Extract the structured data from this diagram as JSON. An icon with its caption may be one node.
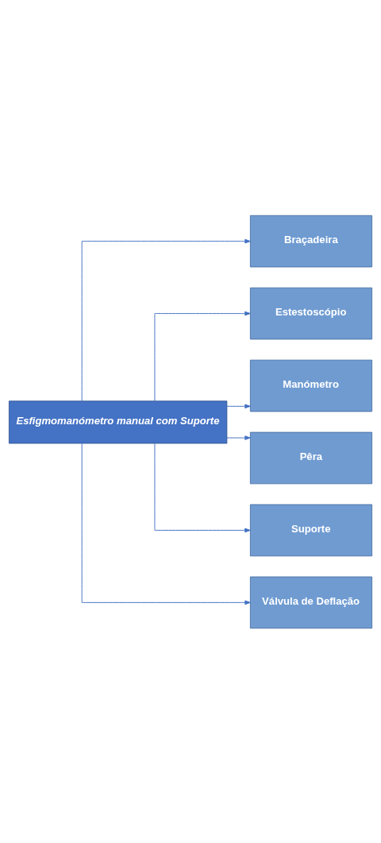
{
  "diagram": {
    "nodes": [
      {
        "text": [
          "Esfigmomanómetro manual com Suporte"
        ]
      },
      {
        "text": [
          "Braçadeira"
        ]
      },
      {
        "text": [
          "Estestoscópio"
        ]
      },
      {
        "text": [
          "Manómetro"
        ]
      },
      {
        "text": [
          "Pêra"
        ]
      },
      {
        "text": [
          "Suporte"
        ]
      },
      {
        "text": [
          "Válvula de Deflação"
        ]
      }
    ],
    "edges": [
      {
        "from": 0,
        "to": 1,
        "arrow": "to"
      },
      {
        "from": 0,
        "to": 2,
        "arrow": "to"
      },
      {
        "from": 0,
        "to": 3,
        "arrow": "to"
      },
      {
        "from": 0,
        "to": 4,
        "arrow": "to"
      },
      {
        "from": 0,
        "to": 5,
        "arrow": "to"
      },
      {
        "from": 0,
        "to": 6,
        "arrow": "to"
      }
    ]
  }
}
